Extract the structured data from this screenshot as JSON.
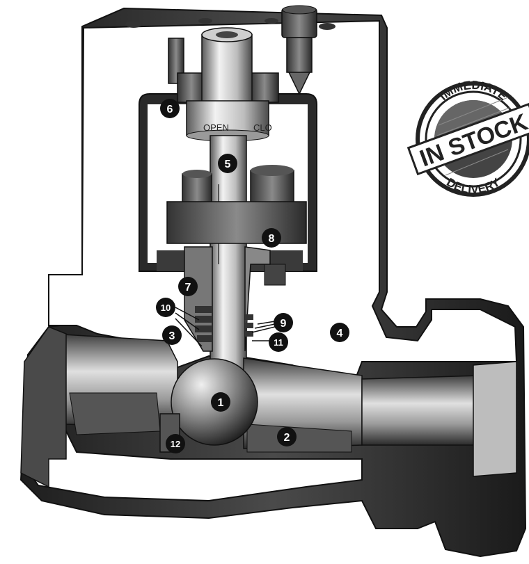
{
  "diagram": {
    "stem_labels": {
      "open": "OPEN",
      "close": "CLO"
    },
    "callouts": [
      "1",
      "2",
      "3",
      "4",
      "5",
      "6",
      "7",
      "8",
      "9",
      "10",
      "11",
      "12"
    ],
    "colors": {
      "outline": "#1a1a1a",
      "dark_metal": "#2b2b2b",
      "mid_metal": "#6e6e6e",
      "light_metal": "#d9d9d9",
      "cut_face": "#ffffff",
      "badge": "#111111"
    }
  },
  "stamp": {
    "top_text": "IMMEDIATE",
    "middle_text": "IN STOCK",
    "bottom_text": "DELIVERY"
  }
}
